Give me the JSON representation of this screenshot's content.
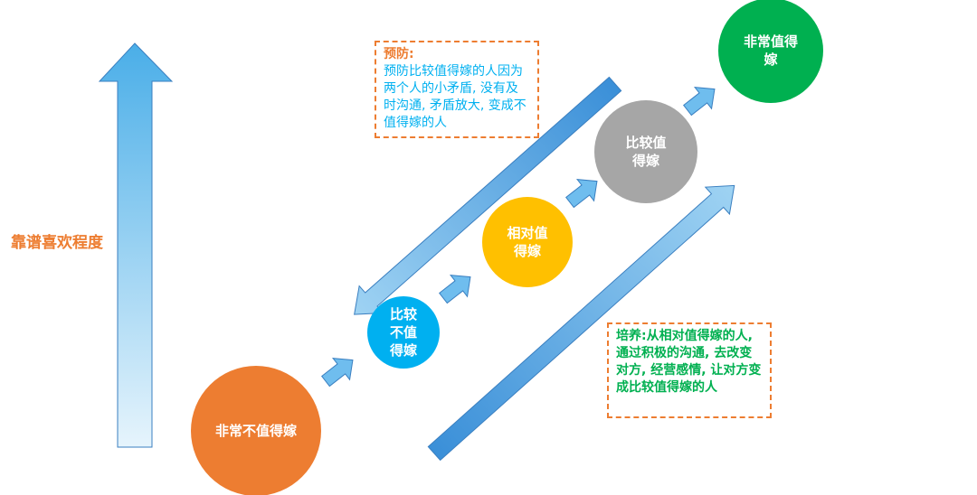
{
  "y_axis_label": "靠谱喜欢程度",
  "stages": [
    {
      "label": "非常不值得嫁",
      "color": "#ed7d31"
    },
    {
      "label": "比较不值得嫁",
      "color": "#00b0f0"
    },
    {
      "label": "相对值得嫁",
      "color": "#ffc000"
    },
    {
      "label": "比较值得嫁",
      "color": "#a6a6a6"
    },
    {
      "label": "非常值得嫁",
      "color": "#00b050"
    }
  ],
  "prevent": {
    "title": "预防:",
    "text": "预防比较值得嫁的人因为两个人的小矛盾, 没有及时沟通, 矛盾放大, 变成不值得嫁的人"
  },
  "cultivate": {
    "title": "培养:",
    "text": "从相对值得嫁的人, 通过积极的沟通, 去改变对方, 经营感情, 让对方变成比较值得嫁的人"
  },
  "colors": {
    "arrow": "#5bb5ea",
    "border": "#ed7d31",
    "prevent_text": "#00b0f0",
    "cultivate_text": "#00b050"
  }
}
